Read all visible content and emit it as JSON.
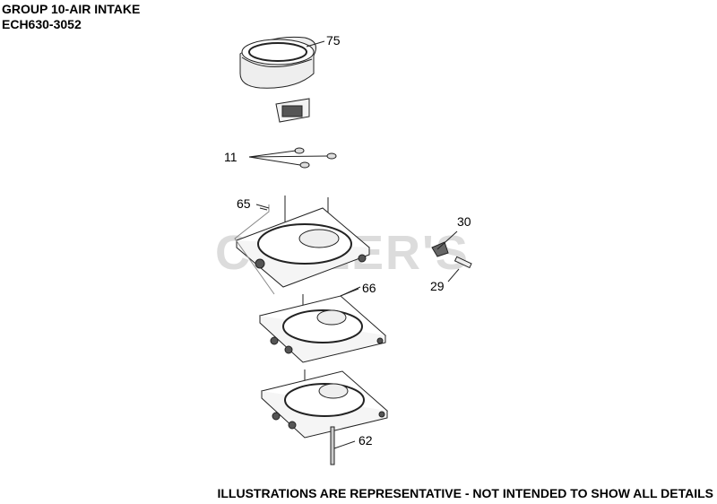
{
  "header": {
    "line1": "GROUP 10-AIR INTAKE",
    "line2": "ECH630-3052"
  },
  "footer": {
    "disclaimer": "ILLUSTRATIONS ARE REPRESENTATIVE - NOT INTENDED TO SHOW ALL DETAILS"
  },
  "watermark": {
    "text": "CULLER'S"
  },
  "callouts": {
    "c75": "75",
    "c11": "11",
    "c65": "65",
    "c30": "30",
    "c29": "29",
    "c66": "66",
    "c62": "62"
  }
}
